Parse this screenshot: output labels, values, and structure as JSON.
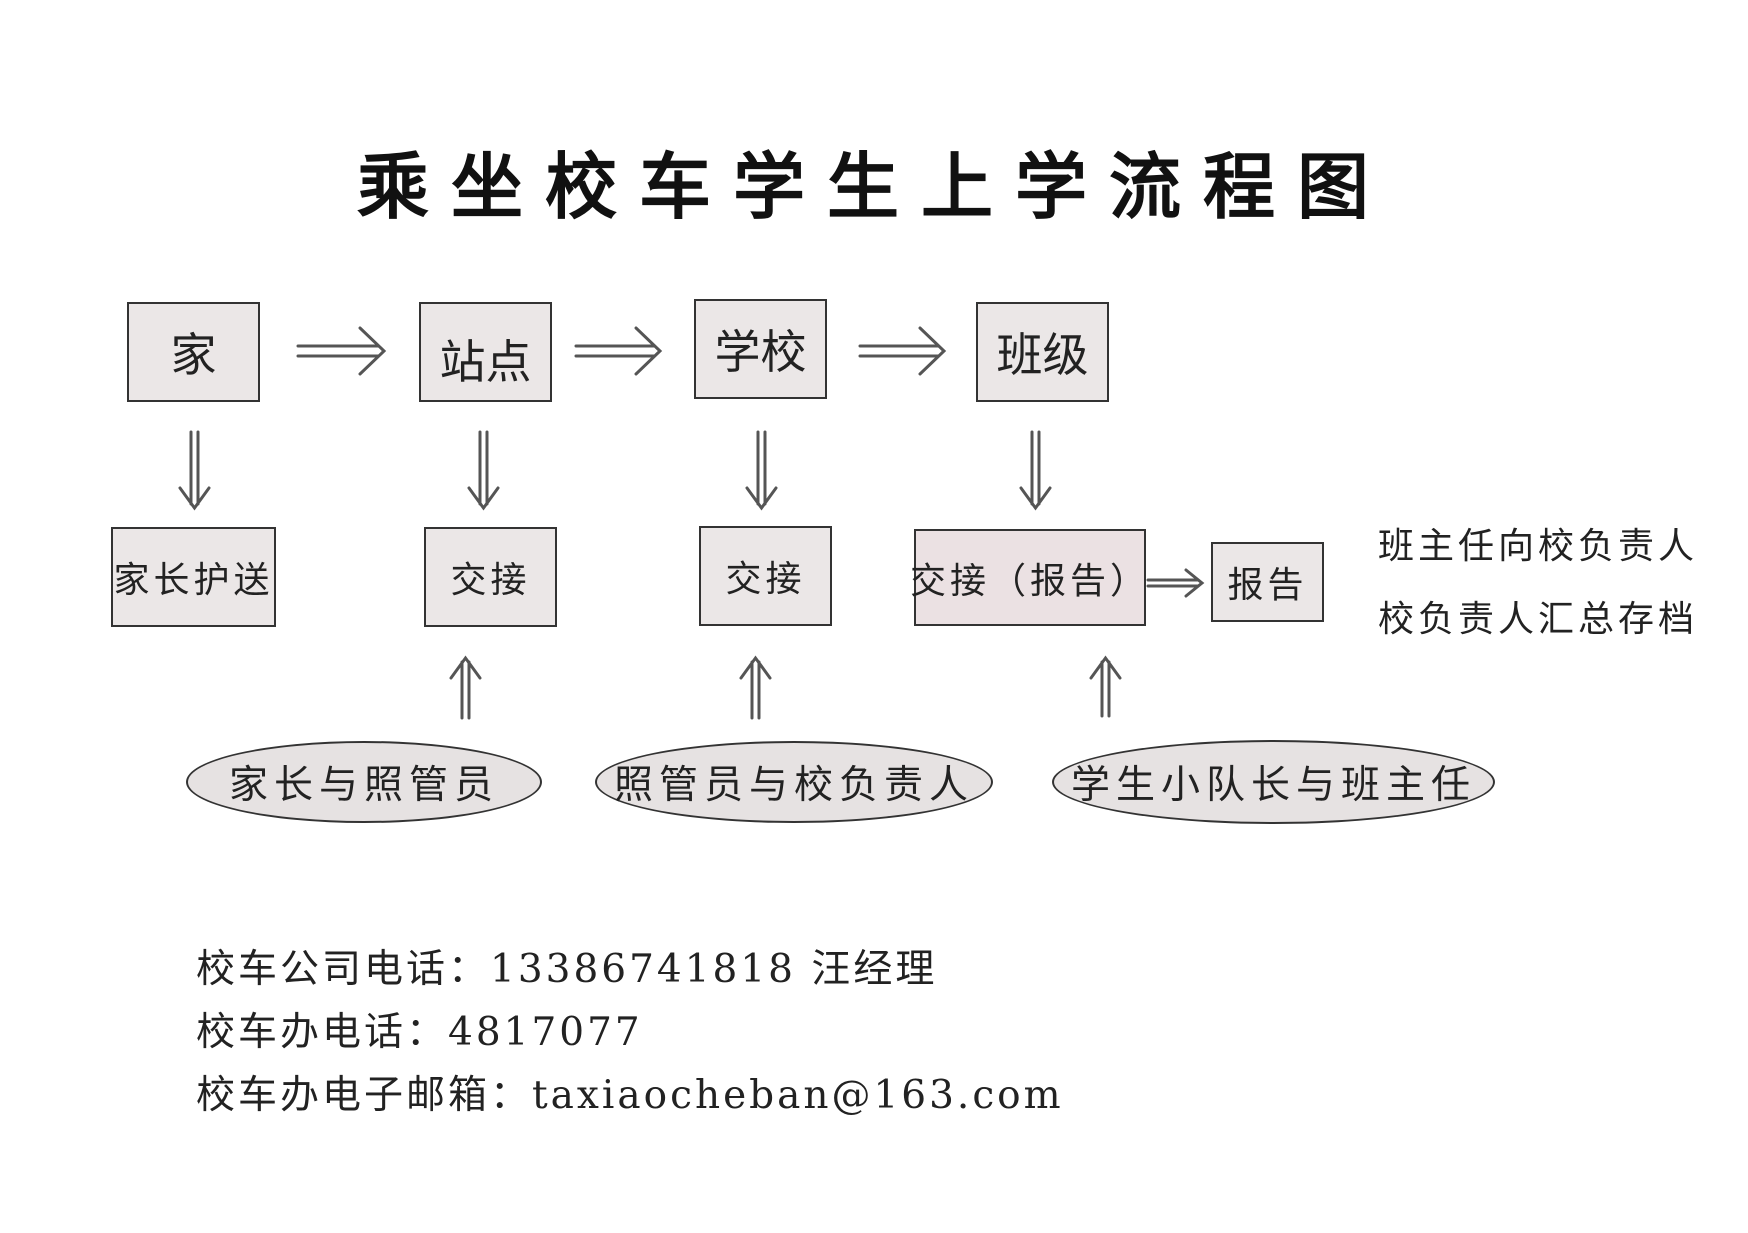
{
  "title": "乘坐校车学生上学流程图",
  "top_nodes": [
    "家",
    "站点",
    "学校",
    "班级"
  ],
  "mid_nodes": [
    "家长护送",
    "交接",
    "交接",
    "交接（报告）"
  ],
  "report_node": "报告",
  "ovals": [
    "家长与照管员",
    "照管员与校负责人",
    "学生小队长与班主任"
  ],
  "side_notes": [
    "班主任向校负责人",
    "校负责人汇总存档"
  ],
  "contacts": [
    "校车公司电话：13386741818  汪经理",
    "校车办电话：4817077",
    "校车办电子邮箱：taxiaocheban@163.com"
  ]
}
